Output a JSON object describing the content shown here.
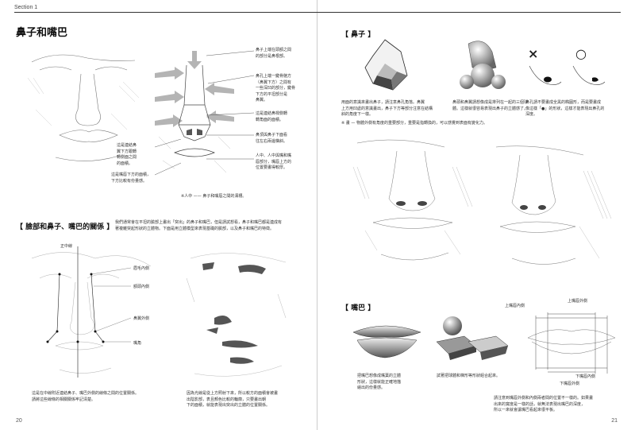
{
  "left": {
    "section": "Section 1",
    "title": "鼻子和嘴巴",
    "annotations_top": [
      "鼻子上端在頭額之間\n的部分是鼻根部。",
      "鼻孔上端一鍵骨骼方\n（鼻翼下方）之間有\n一些深凹的部分，鍵骨\n下方的平坦部分是\n鼻翼。",
      "這是連結鼻樑側轉\n轉角面的面積。",
      "鼻頂與鼻子下面看\n往左右兩邊橫斜。",
      "人中、人中與嘴和嘴\n唇部分，嘴唇上方的\n位置要畫得較厚。"
    ],
    "annotations_left": [
      "這是連結鼻\n翼下方跟轉\n轉側面之間\n的面積。",
      "這是嘴唇下方的面積，\n下方比較有份量感。"
    ],
    "caption_note": "※人中 —— 鼻子和嘴唇之間的溝槽。",
    "section2_title": "【 臉部和鼻子、嘴巴的關係 】",
    "section2_intro": "我們通常會在平坦的臉部上畫出「突出」的鼻子和嘴巴，但是請試想看，鼻子和嘴巴都是連成有\n著複雜突起形狀的立體物。下面是用立體模型來表現基礎的臉部，以及鼻子和嘴巴的特徵。",
    "face_labels": [
      "正中線",
      "眉毛內側",
      "額頭內側",
      "鼻翼外側",
      "嘴角"
    ],
    "caption_bl": "這是在中線附近連結鼻子、嘴巴外側的線條之間的位置關係。\n請將這些線條的相關關係牢記清楚。",
    "caption_br": "因為光線是從上方照射下來，所以較方的面積會被畫\n出陰影部，表且顏色比較的輪廓，只要畫出朝\n下的面積，就能表現出突出的立體的位置關係。",
    "page_number": "20"
  },
  "right": {
    "nose_title": "【 鼻子 】",
    "nose_desc_1": "用面的意識來畫出鼻子，請注意鼻孔角落。鼻翼\n上方用凹處的意識畫出，鼻子下方等部分注意在結構\n斜的角度下一樣。",
    "nose_desc_2": "鼻頭和鼻翼請想像成是排列在一起的三個球\n體。這樣就很容易表現出鼻子的立體感了。",
    "nose_desc_3": "鼻孔請不要畫成全黑的橢圓形，而是要畫成\n像這樣「●」的形狀，這樣才能表現出鼻孔的\n深度。",
    "nose_note": "※ 畫 — 物體外側有角度的重要部分，重要是指轉換的，可以感覺到表面有變化力。",
    "symbols": [
      "×",
      "○"
    ],
    "mouth_title": "【 嘴巴 】",
    "mouth_desc_1": "把嘴巴想像成嘴葉的立體\n形狀，這樣就能正確地描\n繪出的份量感。",
    "mouth_desc_2": "試著把球體和梯形等形狀組合起來。",
    "mouth_labels": [
      "上嘴唇內側",
      "上嘴唇外側",
      "下嘴唇內側",
      "下嘴唇外側"
    ],
    "mouth_desc_3": "請注意到嘴唇外側和內側兩者間的位置不一樣的。如果畫\n出來的寬度是一樣的話，就無法表現出嘴巴的深度，\n所以一來就會讓嘴巴看起來很平板。",
    "page_number": "21"
  },
  "colors": {
    "ink": "#222222",
    "sketch": "#666666",
    "arrow": "#9a9a9a",
    "shadow": "#555555"
  }
}
